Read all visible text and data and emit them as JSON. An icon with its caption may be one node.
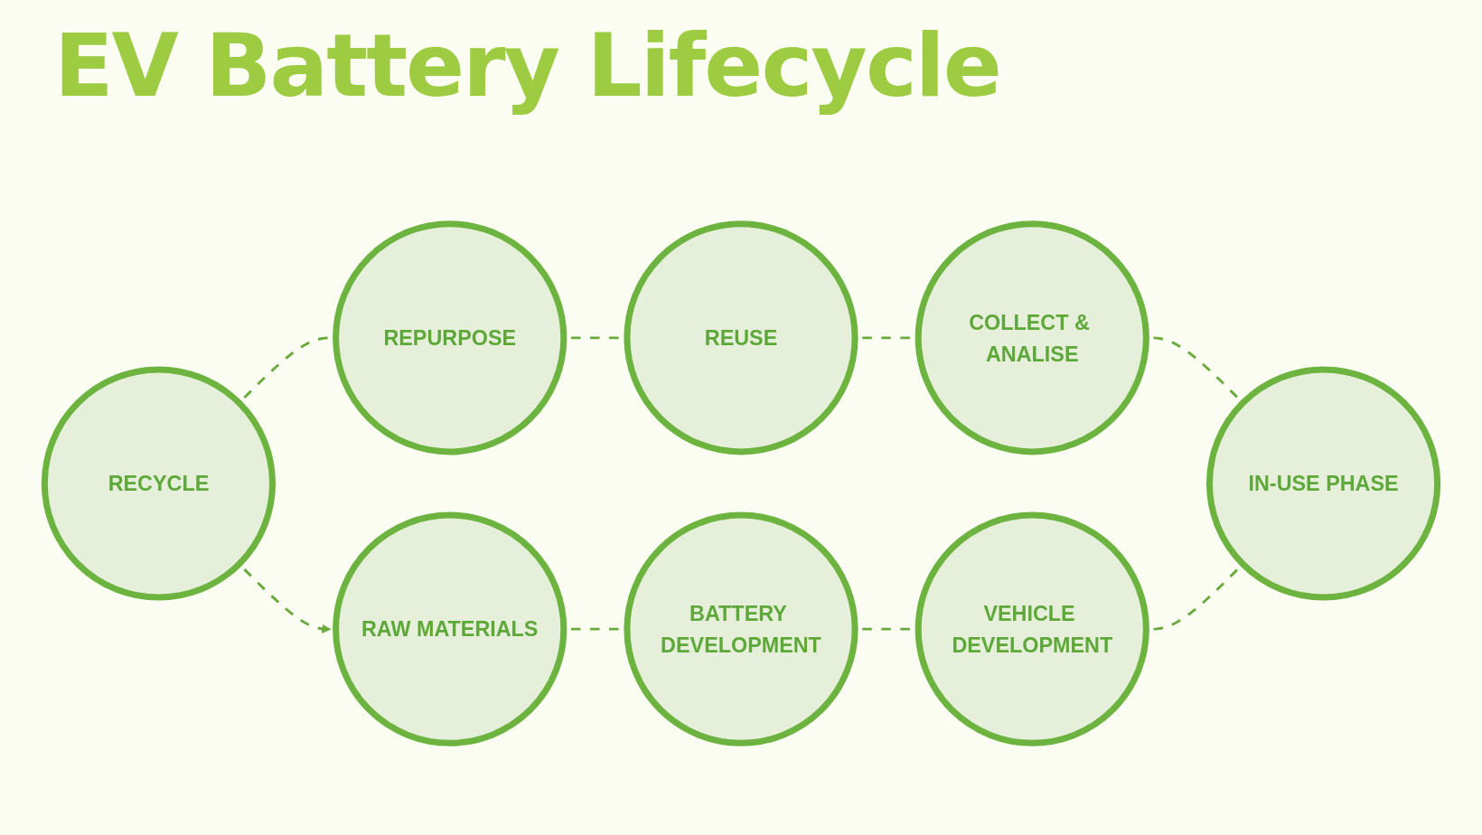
{
  "diagram": {
    "title": "EV Battery Lifecycle",
    "nodes": [
      {
        "text": [
          "RECYCLE"
        ]
      },
      {
        "text": [
          "REPURPOSE"
        ]
      },
      {
        "text": [
          "REUSE"
        ]
      },
      {
        "text": [
          "COLLECT & ANALISE"
        ]
      },
      {
        "text": [
          "RAW MATERIALS"
        ]
      },
      {
        "text": [
          "BATTERY DEVELOPMENT"
        ]
      },
      {
        "text": [
          "VEHICLE DEVELOPMENT"
        ]
      },
      {
        "text": [
          "IN-USE PHASE"
        ]
      }
    ],
    "edges": [
      {
        "from": 0,
        "to": 1,
        "arrow": "none",
        "style": "dashed"
      },
      {
        "from": 1,
        "to": 2,
        "arrow": "none",
        "style": "dashed"
      },
      {
        "from": 2,
        "to": 3,
        "arrow": "none",
        "style": "dashed"
      },
      {
        "from": 3,
        "to": 7,
        "arrow": "none",
        "style": "dashed"
      },
      {
        "from": 4,
        "to": 5,
        "arrow": "none",
        "style": "dashed"
      },
      {
        "from": 5,
        "to": 6,
        "arrow": "none",
        "style": "dashed"
      },
      {
        "from": 6,
        "to": 7,
        "arrow": "none",
        "style": "dashed"
      },
      {
        "from": 0,
        "to": 4,
        "arrow": "to",
        "style": "dashed"
      }
    ]
  }
}
